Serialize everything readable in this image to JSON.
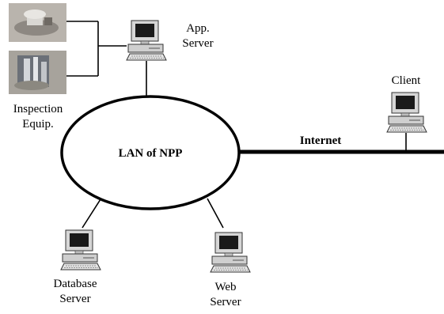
{
  "nodes": {
    "app_server": {
      "line1": "App.",
      "line2": "Server"
    },
    "client": {
      "label": "Client"
    },
    "inspection": {
      "line1": "Inspection",
      "line2": "Equip."
    },
    "lan": {
      "label": "LAN of NPP"
    },
    "internet": {
      "label": "Internet"
    },
    "database": {
      "line1": "Database",
      "line2": "Server"
    },
    "web": {
      "line1": "Web",
      "line2": "Server"
    }
  },
  "icons": {
    "computer": "desktop-computer-icon",
    "inspection_photo_1": "inspection-equipment-photo",
    "inspection_photo_2": "inspection-equipment-photo"
  },
  "colors": {
    "line": "#000000",
    "screen": "#1a1a1a",
    "case": "#cfcfcf",
    "photo_bg": "#b9b4ad"
  }
}
